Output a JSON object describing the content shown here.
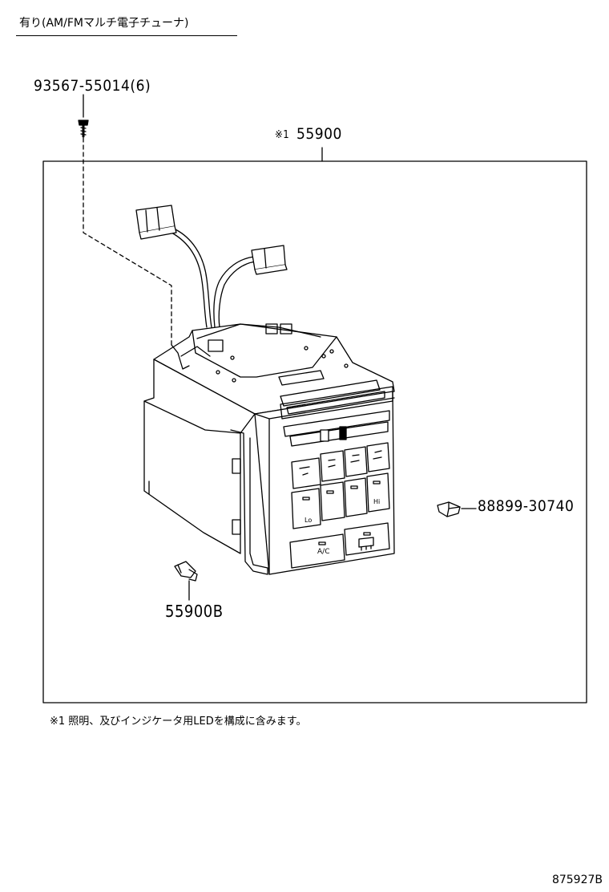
{
  "header": {
    "note": "有り(AM/FMマルチ電子チューナ)"
  },
  "parts": {
    "screw": "93567-55014(6)",
    "main_mark": "※1",
    "main": "55900",
    "bulb": "55900B",
    "clip": "88899-30740"
  },
  "footnote": "※1 照明、及びインジケータ用LEDを構成に含みます。",
  "drawing_id": "875927B",
  "panel_buttons": {
    "lo": "Lo",
    "hi": "Hi",
    "ac": "A/C"
  }
}
